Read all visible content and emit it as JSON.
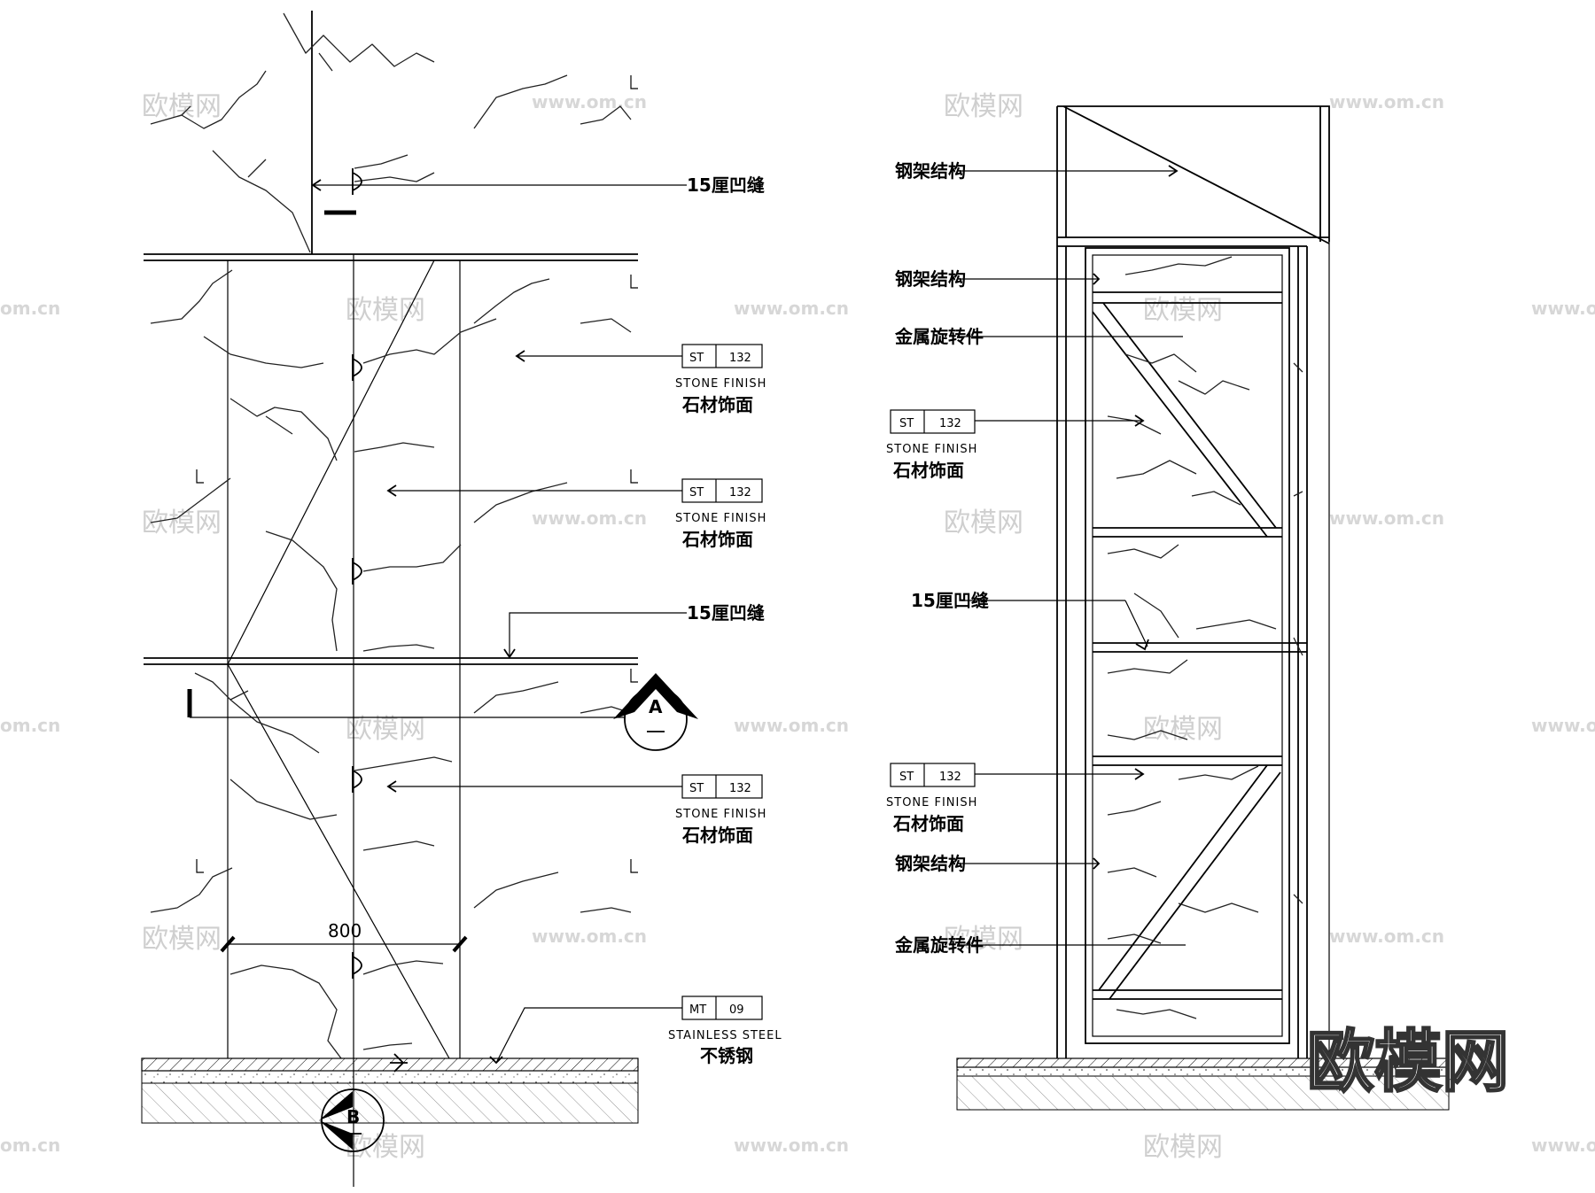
{
  "watermark": {
    "text": "欧模网",
    "url": "www.om.cn",
    "url_short": "om.cn"
  },
  "logo": {
    "text": "欧模网"
  },
  "left_elevation": {
    "groove_top": "15厘凹缝",
    "groove_mid": "15厘凹缝",
    "stone_tags": [
      {
        "code": "ST",
        "num": "132",
        "en": "STONE FINISH",
        "cn": "石材饰面"
      },
      {
        "code": "ST",
        "num": "132",
        "en": "STONE FINISH",
        "cn": "石材饰面"
      },
      {
        "code": "ST",
        "num": "132",
        "en": "STONE FINISH",
        "cn": "石材饰面"
      }
    ],
    "steel_tag": {
      "code": "MT",
      "num": "09",
      "en": "STAINLESS STEEL",
      "cn": "不锈钢"
    },
    "dimension": "800",
    "section_a": "A",
    "section_b": "B"
  },
  "right_section": {
    "labels": {
      "steel_frame_1": "钢架结构",
      "steel_frame_2": "钢架结构",
      "swivel_1": "金属旋转件",
      "groove": "15厘凹缝",
      "steel_frame_3": "钢架结构",
      "swivel_2": "金属旋转件"
    },
    "stone_tags": [
      {
        "code": "ST",
        "num": "132",
        "en": "STONE FINISH",
        "cn": "石材饰面"
      },
      {
        "code": "ST",
        "num": "132",
        "en": "STONE FINISH",
        "cn": "石材饰面"
      }
    ]
  }
}
